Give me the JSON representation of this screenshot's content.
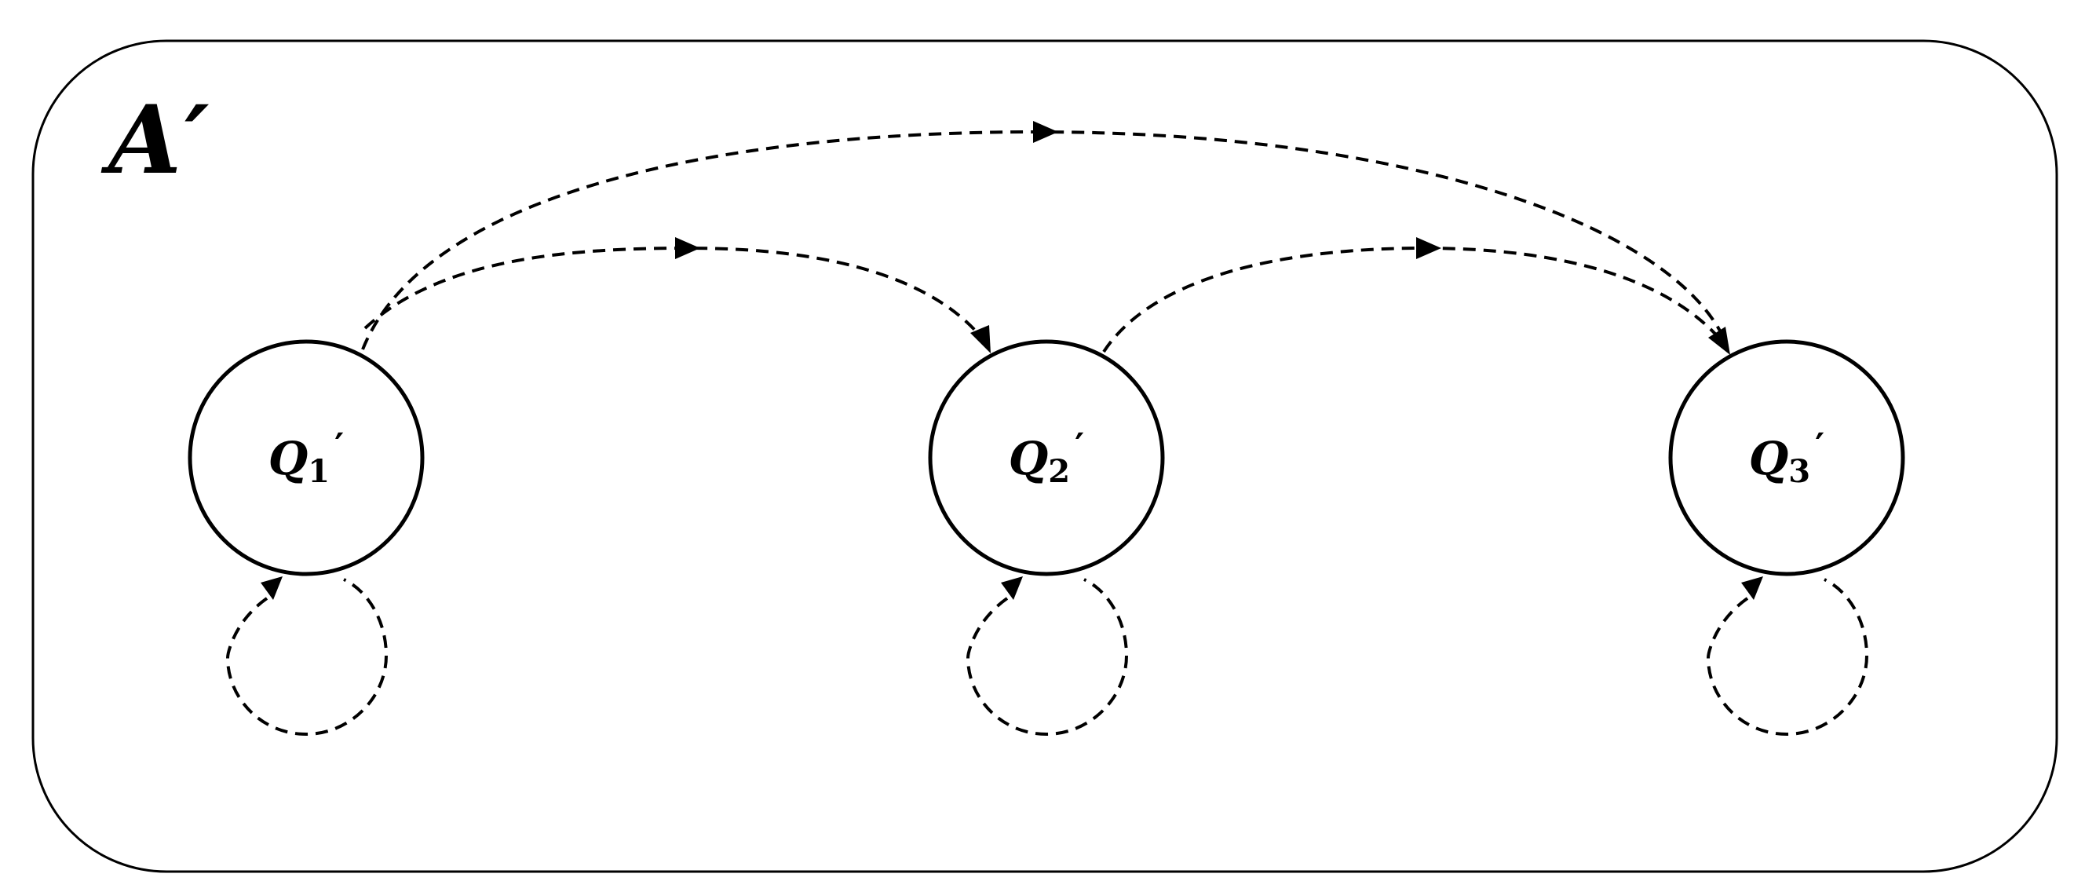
{
  "diagram": {
    "frame": {
      "label_base": "A",
      "label_prime": "′"
    },
    "states": [
      {
        "id": "q1",
        "base": "Q",
        "sub": "1",
        "prime": "′"
      },
      {
        "id": "q2",
        "base": "Q",
        "sub": "2",
        "prime": "′"
      },
      {
        "id": "q3",
        "base": "Q",
        "sub": "3",
        "prime": "′"
      }
    ],
    "transitions": [
      {
        "from": "q1",
        "to": "q2",
        "style": "dashed"
      },
      {
        "from": "q2",
        "to": "q3",
        "style": "dashed"
      },
      {
        "from": "q1",
        "to": "q3",
        "style": "dashed"
      },
      {
        "from": "q1",
        "to": "q1",
        "style": "dashed"
      },
      {
        "from": "q2",
        "to": "q2",
        "style": "dashed"
      },
      {
        "from": "q3",
        "to": "q3",
        "style": "dashed"
      }
    ],
    "colors": {
      "stroke": "#000000",
      "background": "#ffffff"
    }
  }
}
